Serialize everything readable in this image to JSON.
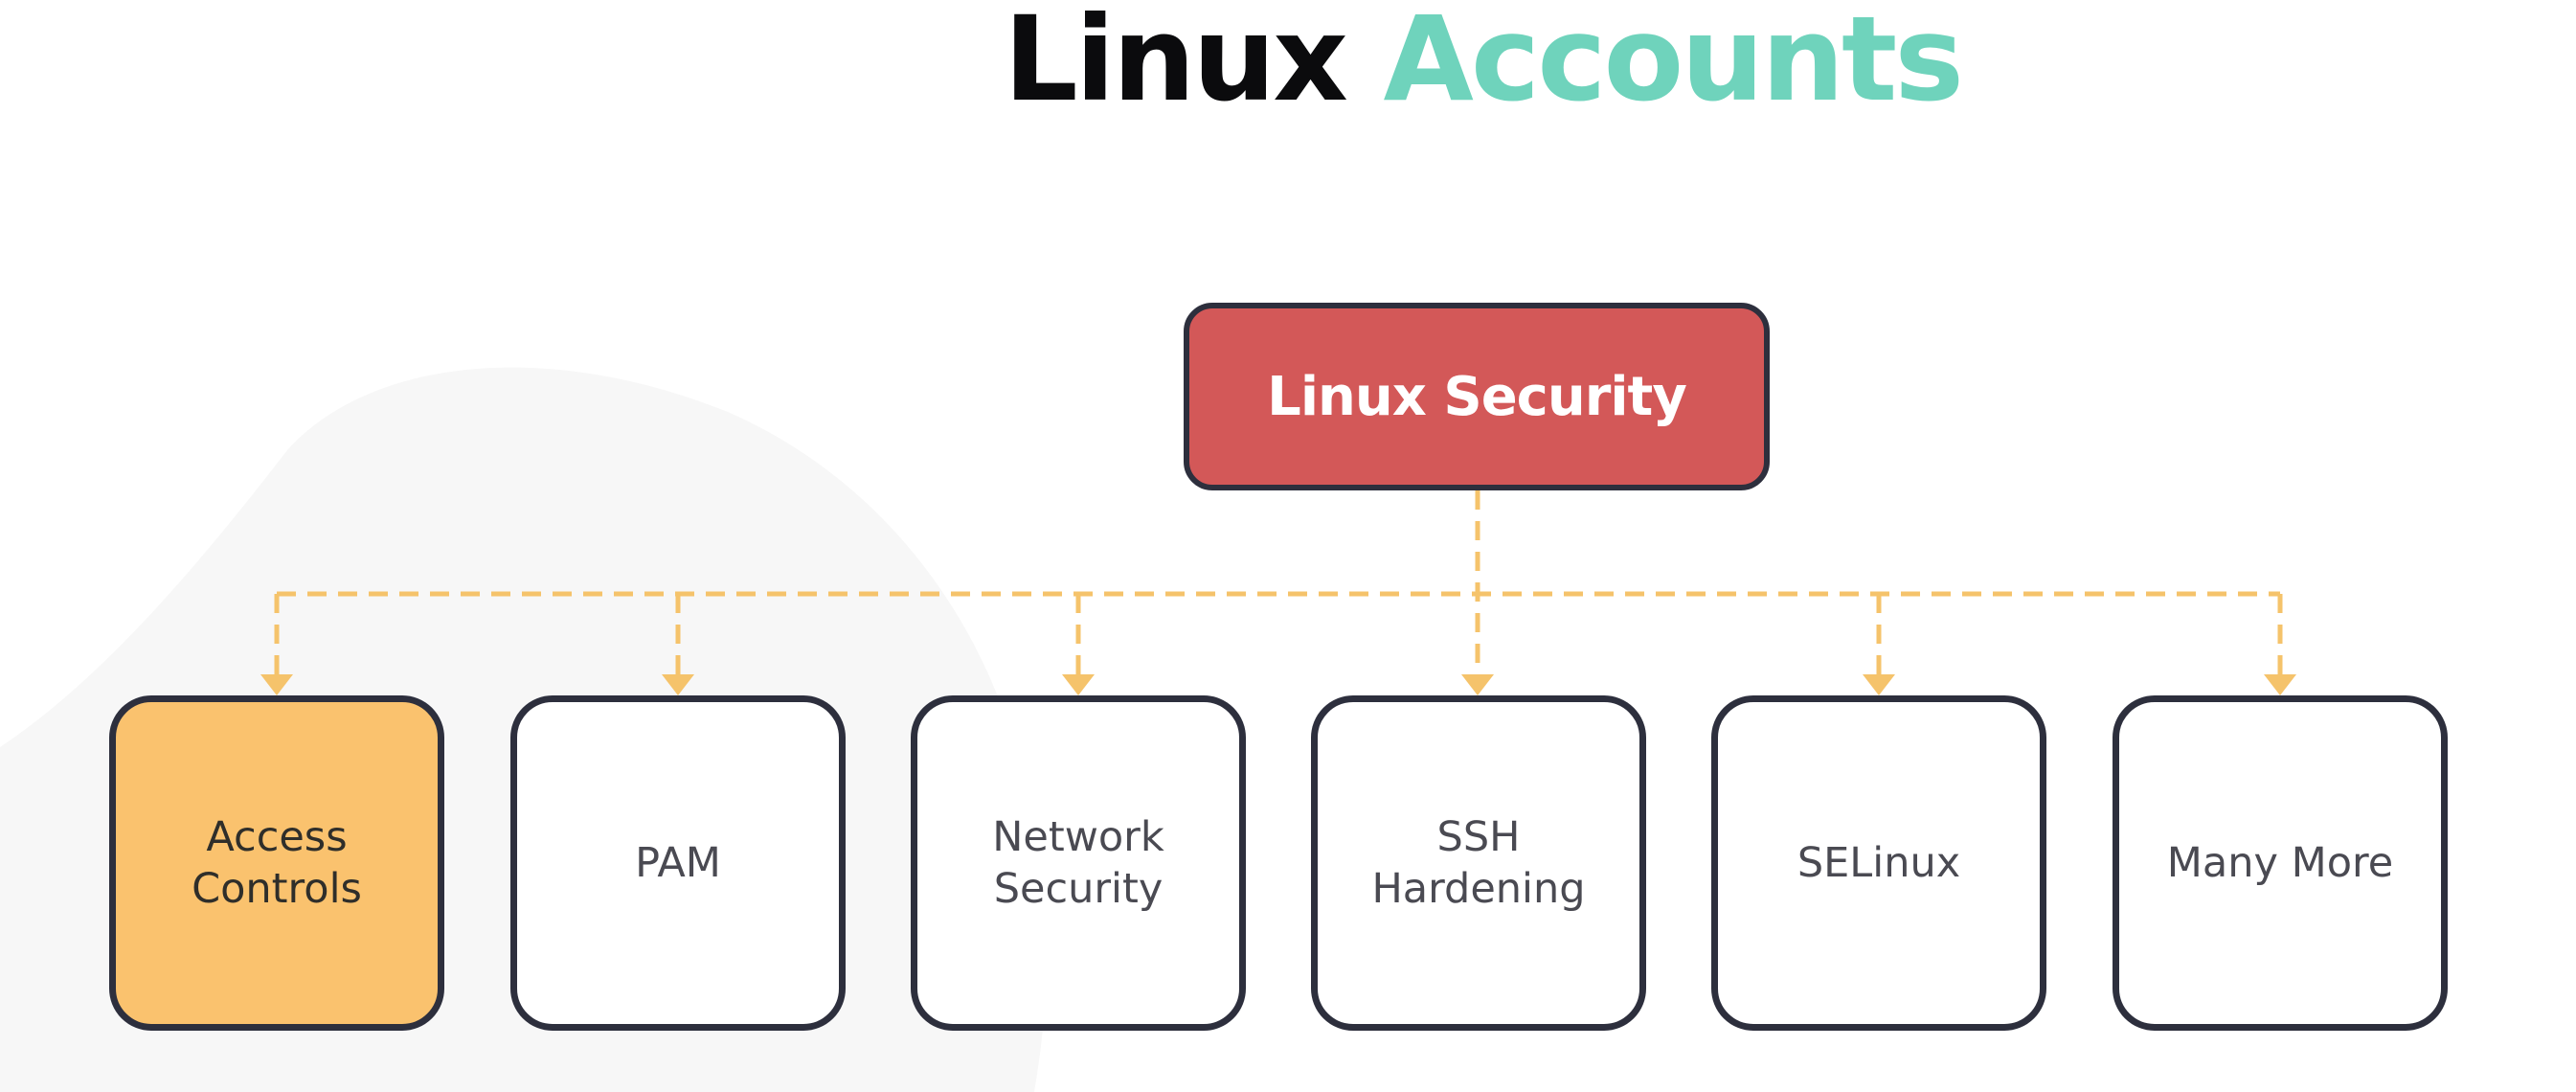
{
  "title": {
    "part1": "Linux",
    "part2": "Accounts"
  },
  "root": {
    "label": "Linux Security"
  },
  "children": [
    {
      "line1": "Access",
      "line2": "Controls",
      "highlighted": true
    },
    {
      "line1": "PAM",
      "line2": "",
      "highlighted": false
    },
    {
      "line1": "Network",
      "line2": "Security",
      "highlighted": false
    },
    {
      "line1": "SSH",
      "line2": "Hardening",
      "highlighted": false
    },
    {
      "line1": "SELinux",
      "line2": "",
      "highlighted": false
    },
    {
      "line1": "Many More",
      "line2": "",
      "highlighted": false
    }
  ],
  "colors": {
    "root_fill": "#d35858",
    "highlight_fill": "#fac26e",
    "border": "#2d2f3d",
    "connector": "#f5c36b",
    "title_accent": "#6fd3bc"
  }
}
